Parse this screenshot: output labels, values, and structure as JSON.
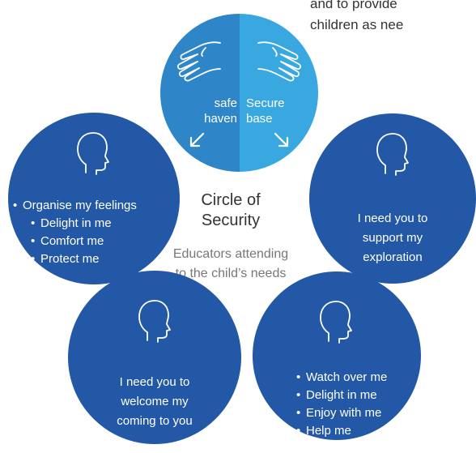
{
  "intro": {
    "line1": "and to provide",
    "line2": "children as nee"
  },
  "top": {
    "left_label": [
      "safe",
      "haven"
    ],
    "right_label": [
      "Secure",
      "base"
    ]
  },
  "center": {
    "title": [
      "Circle of",
      "Security"
    ],
    "subtitle": [
      "Educators attending",
      "to the child’s needs"
    ]
  },
  "left_circle": {
    "items": [
      "Organise my feelings",
      "Delight in me",
      "Comfort me",
      "Protect me"
    ]
  },
  "right_circle": {
    "lines": [
      "I need you to",
      "support my",
      "exploration"
    ]
  },
  "bottom_left_circle": {
    "lines": [
      "I need you to",
      "welcome my",
      "coming to you"
    ]
  },
  "bottom_right_circle": {
    "items": [
      "Watch over me",
      "Delight in me",
      "Enjoy with me",
      "Help me"
    ]
  },
  "colors": {
    "circle_blue": "#2358a6",
    "top_left_blue": "#2e86c9",
    "top_right_blue": "#39a8e1",
    "text_dark": "#333333",
    "text_grey": "#777777"
  },
  "icons": {
    "head": "head-silhouette-icon",
    "hand": "open-hand-icon",
    "arrow": "diagonal-arrow-icon"
  }
}
